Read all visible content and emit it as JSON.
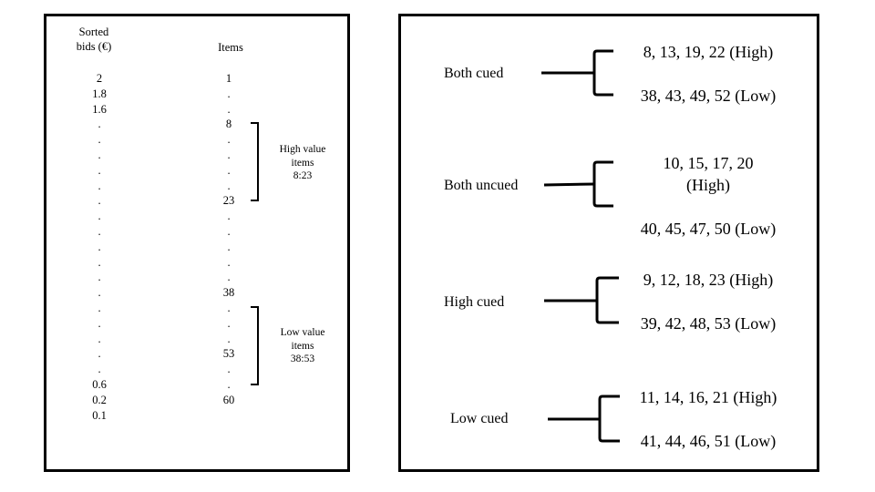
{
  "left": {
    "bids_header": [
      "Sorted",
      "bids (€)"
    ],
    "items_header": "Items",
    "bids_column": [
      "2",
      "1.8",
      "1.6",
      ".",
      ".",
      ".",
      ".",
      ".",
      ".",
      ".",
      ".",
      ".",
      ".",
      ".",
      ".",
      ".",
      ".",
      ".",
      ".",
      ".",
      "0.6",
      "0.2",
      "0.1"
    ],
    "items_column": [
      "1",
      ".",
      ".",
      "8",
      ".",
      ".",
      ".",
      ".",
      "23",
      ".",
      ".",
      ".",
      ".",
      ".",
      "38",
      ".",
      ".",
      ".",
      "53",
      ".",
      ".",
      "60"
    ],
    "high_note": "High value\nitems\n8:23",
    "low_note": "Low value\nitems\n38:53"
  },
  "right": {
    "conditions": [
      {
        "label": "Both cued",
        "high": "8, 13, 19, 22 (High)",
        "low": "38, 43, 49, 52 (Low)"
      },
      {
        "label": "Both uncued",
        "high": "10, 15, 17, 20\n(High)",
        "low": "40, 45, 47, 50 (Low)"
      },
      {
        "label": "High cued",
        "high": "9, 12, 18, 23 (High)",
        "low": "39, 42, 48, 53 (Low)"
      },
      {
        "label": "Low cued",
        "high": "11, 14, 16, 21 (High)",
        "low": "41, 44, 46, 51 (Low)"
      }
    ]
  }
}
